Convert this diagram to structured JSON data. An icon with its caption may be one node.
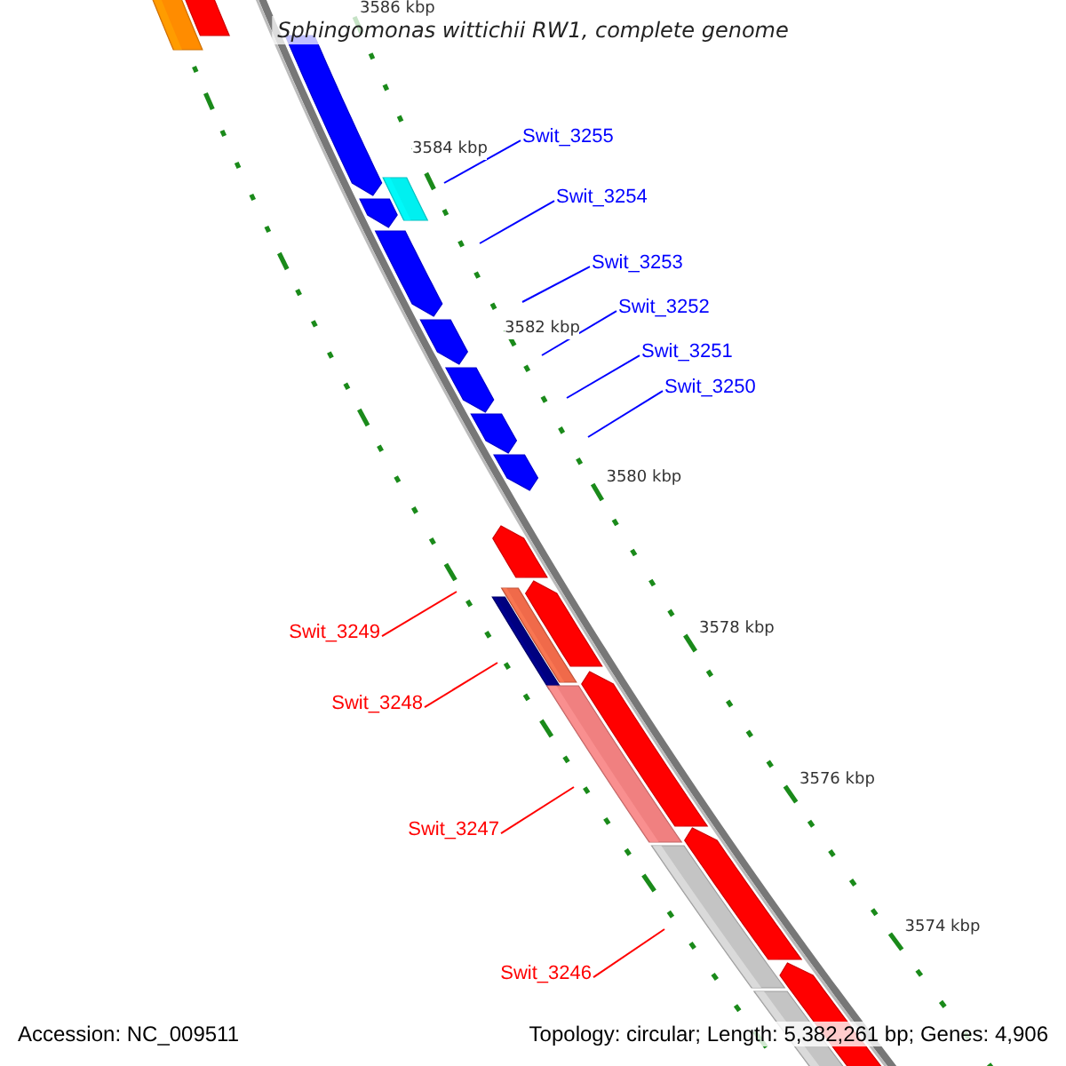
{
  "diagram": {
    "title": "Sphingomonas wittichii RW1, complete genome",
    "nodes": [
      {
        "text": [
          "Swit_3255"
        ]
      },
      {
        "text": [
          "Swit_3254"
        ]
      },
      {
        "text": [
          "Swit_3253"
        ]
      },
      {
        "text": [
          "Swit_3252"
        ]
      },
      {
        "text": [
          "Swit_3251"
        ]
      },
      {
        "text": [
          "Swit_3250"
        ]
      },
      {
        "text": [
          "Swit_3249"
        ]
      },
      {
        "text": [
          "Swit_3248"
        ]
      },
      {
        "text": [
          "Swit_3247"
        ]
      },
      {
        "text": [
          "Swit_3246"
        ]
      }
    ],
    "edges": [
      {
        "from": 0,
        "to": null,
        "arrow": "none"
      },
      {
        "from": 1,
        "to": null,
        "arrow": "none"
      },
      {
        "from": 2,
        "to": null,
        "arrow": "none"
      },
      {
        "from": 3,
        "to": null,
        "arrow": "none"
      },
      {
        "from": 4,
        "to": null,
        "arrow": "none"
      },
      {
        "from": 5,
        "to": null,
        "arrow": "none"
      },
      {
        "from": 6,
        "to": null,
        "arrow": "none",
        "color": "#ff0000"
      },
      {
        "from": 7,
        "to": null,
        "arrow": "none",
        "color": "#ff0000"
      },
      {
        "from": 8,
        "to": null,
        "arrow": "none",
        "color": "#ff0000"
      },
      {
        "from": 9,
        "to": null,
        "arrow": "none",
        "color": "#ff0000"
      }
    ],
    "labels": [
      "3586 kbp",
      "3584 kbp",
      "3582 kbp",
      "3580 kbp",
      "3578 kbp",
      "3576 kbp",
      "3574 kbp",
      "Accession: NC_009511",
      "Topology: circular; Length: 5,382,261 bp; Genes: 4,906"
    ]
  }
}
